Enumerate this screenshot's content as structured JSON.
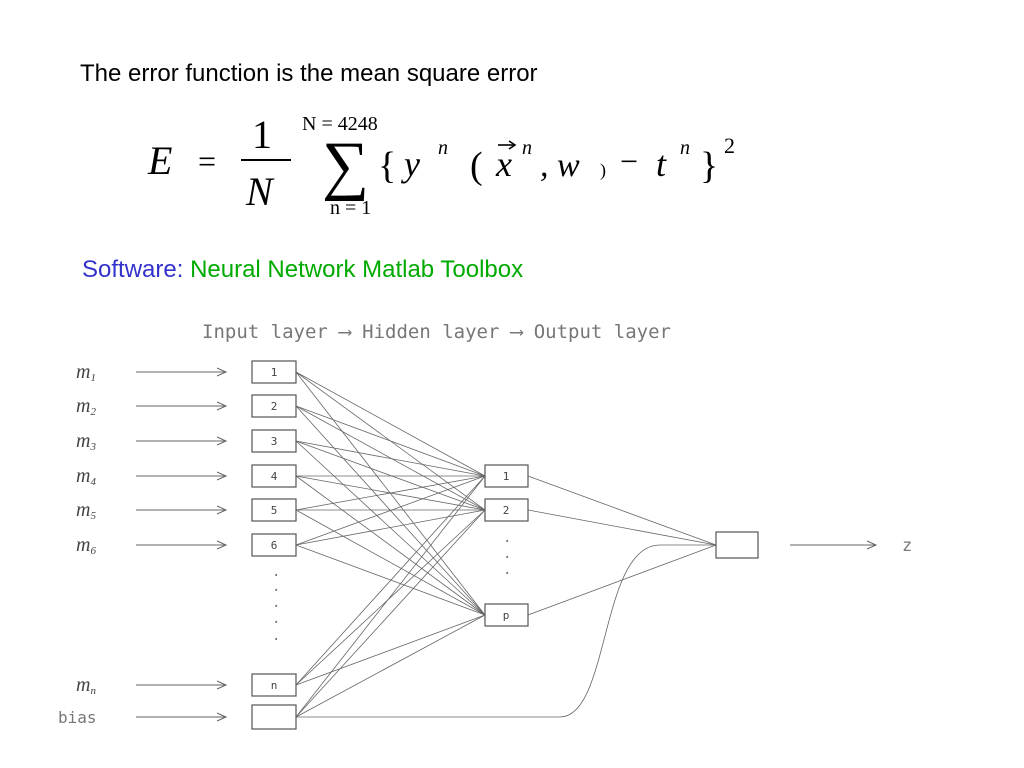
{
  "headline": "The error function is the mean square error",
  "equation": {
    "lhs": "E",
    "equals": "=",
    "frac_num": "1",
    "frac_den": "N",
    "sum_symbol": "∑",
    "sum_upper": "N = 4248",
    "sum_lower": "n = 1",
    "open_brace": "{",
    "y": "y",
    "y_sup": "n",
    "open_paren": "(",
    "x": "x",
    "x_sup": "n",
    "comma_w": ", w",
    "close_paren": ")",
    "minus": "−",
    "t": "t",
    "t_sup": "n",
    "close_brace": "}",
    "power": "2"
  },
  "software": {
    "label": "Software:",
    "value": "Neural Network Matlab Toolbox",
    "label_color": "#3333cc",
    "value_color": "#00aa00"
  },
  "diagram": {
    "header": "Input layer ⟶ Hidden layer ⟶ Output layer",
    "inputs": [
      {
        "name": "m",
        "sub": "1",
        "node": "1"
      },
      {
        "name": "m",
        "sub": "2",
        "node": "2"
      },
      {
        "name": "m",
        "sub": "3",
        "node": "3"
      },
      {
        "name": "m",
        "sub": "4",
        "node": "4"
      },
      {
        "name": "m",
        "sub": "5",
        "node": "5"
      },
      {
        "name": "m",
        "sub": "6",
        "node": "6"
      },
      {
        "name": "m",
        "sub": "n",
        "node": "n"
      }
    ],
    "bias_label": "bias",
    "input_dots": "·",
    "hidden_nodes": [
      "1",
      "2",
      "p"
    ],
    "hidden_dots": "·",
    "output_label": "z"
  }
}
